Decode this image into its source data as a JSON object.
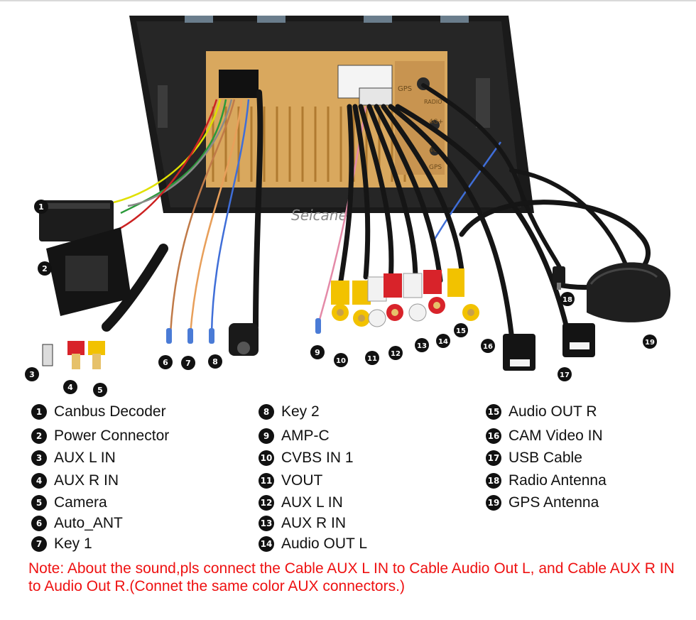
{
  "brand": {
    "watermark": "Seicane"
  },
  "unit_labels": {
    "gps": "GPS",
    "radio": "RADIO",
    "p1": "4G+",
    "p2": "4G-",
    "gps2": "GPS"
  },
  "colors": {
    "note": "#ee1111",
    "harness_black": "#151515",
    "board_orange": "#d9a85e",
    "rca_red": "#d8232a",
    "rca_yellow": "#f2c200",
    "rca_white": "#f2f2f2"
  },
  "callouts": [
    {
      "id": 1,
      "label": "Canbus Decoder"
    },
    {
      "id": 2,
      "label": "Power Connector"
    },
    {
      "id": 3,
      "label": "AUX L IN"
    },
    {
      "id": 4,
      "label": "AUX R IN"
    },
    {
      "id": 5,
      "label": "Camera"
    },
    {
      "id": 6,
      "label": "Auto_ANT"
    },
    {
      "id": 7,
      "label": "Key 1"
    },
    {
      "id": 8,
      "label": "Key 2"
    },
    {
      "id": 9,
      "label": "AMP-C"
    },
    {
      "id": 10,
      "label": "CVBS IN 1"
    },
    {
      "id": 11,
      "label": "VOUT"
    },
    {
      "id": 12,
      "label": "AUX L IN"
    },
    {
      "id": 13,
      "label": "AUX R IN"
    },
    {
      "id": 14,
      "label": "Audio OUT L"
    },
    {
      "id": 15,
      "label": "Audio OUT R"
    },
    {
      "id": 16,
      "label": "CAM Video IN"
    },
    {
      "id": 17,
      "label": "USB Cable"
    },
    {
      "id": 18,
      "label": "Radio Antenna"
    },
    {
      "id": 19,
      "label": "GPS Antenna"
    }
  ],
  "note": "Note: About the sound,pls connect the Cable AUX L IN to Cable Audio Out L, and Cable AUX R IN to  Audio Out R.(Connet the same color AUX connectors.)"
}
